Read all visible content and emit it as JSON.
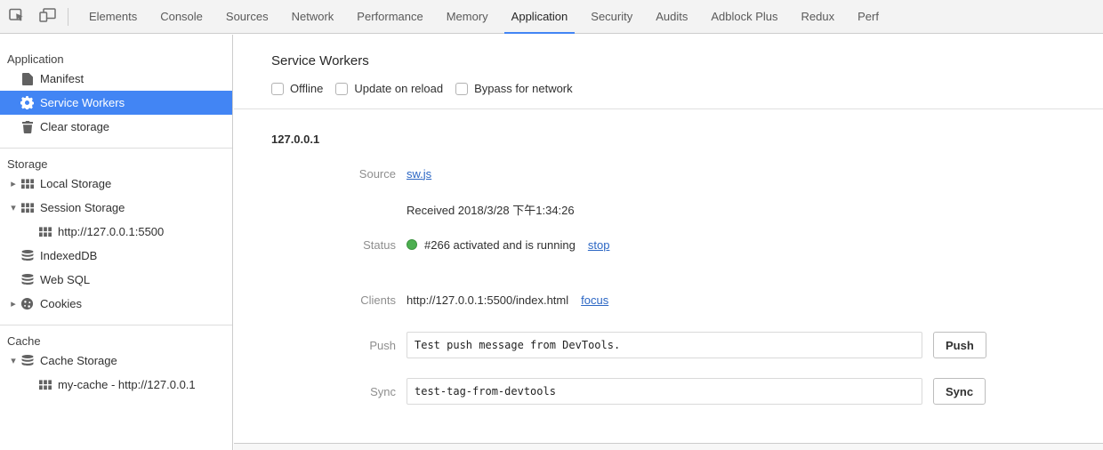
{
  "toolbar": {
    "tabs": [
      "Elements",
      "Console",
      "Sources",
      "Network",
      "Performance",
      "Memory",
      "Application",
      "Security",
      "Audits",
      "Adblock Plus",
      "Redux",
      "Perf"
    ],
    "selected_tab": "Application"
  },
  "icons": {
    "expand_collapsed": "▸",
    "expand_expanded": "▾"
  },
  "colors": {
    "accent": "#4285f4",
    "selection_bg": "#4285f4",
    "link": "#2b66c4",
    "status_green": "#4caf50"
  },
  "sidebar": {
    "sections": [
      {
        "title": "Application",
        "items": [
          {
            "label": "Manifest",
            "icon": "file-icon"
          },
          {
            "label": "Service Workers",
            "icon": "gear-icon",
            "selected": true
          },
          {
            "label": "Clear storage",
            "icon": "trash-icon"
          }
        ]
      },
      {
        "title": "Storage",
        "items": [
          {
            "label": "Local Storage",
            "icon": "table-icon",
            "expander": "collapsed"
          },
          {
            "label": "Session Storage",
            "icon": "table-icon",
            "expander": "expanded"
          },
          {
            "label": "http://127.0.0.1:5500",
            "icon": "table-icon",
            "indent": 1
          },
          {
            "label": "IndexedDB",
            "icon": "database-icon"
          },
          {
            "label": "Web SQL",
            "icon": "database-icon"
          },
          {
            "label": "Cookies",
            "icon": "cookie-icon",
            "expander": "collapsed"
          }
        ]
      },
      {
        "title": "Cache",
        "items": [
          {
            "label": "Cache Storage",
            "icon": "database-icon",
            "expander": "expanded"
          },
          {
            "label": "my-cache - http://127.0.0.1",
            "icon": "table-icon",
            "indent": 1
          }
        ]
      }
    ]
  },
  "main": {
    "title": "Service Workers",
    "checkboxes": [
      {
        "label": "Offline",
        "checked": false
      },
      {
        "label": "Update on reload",
        "checked": false
      },
      {
        "label": "Bypass for network",
        "checked": false
      }
    ],
    "origin": "127.0.0.1",
    "source": {
      "label": "Source",
      "link": "sw.js",
      "received": "Received 2018/3/28 下午1:34:26"
    },
    "status": {
      "label": "Status",
      "text": "#266 activated and is running",
      "action": "stop"
    },
    "clients": {
      "label": "Clients",
      "url": "http://127.0.0.1:5500/index.html",
      "action": "focus"
    },
    "push": {
      "label": "Push",
      "value": "Test push message from DevTools.",
      "button": "Push"
    },
    "sync": {
      "label": "Sync",
      "value": "test-tag-from-devtools",
      "button": "Sync"
    }
  }
}
